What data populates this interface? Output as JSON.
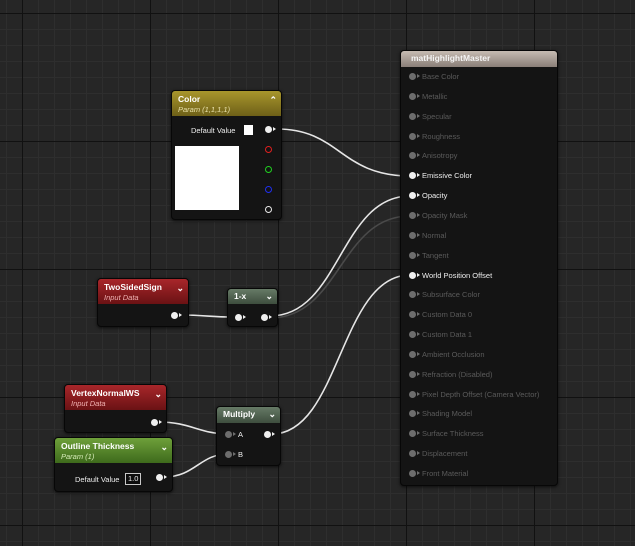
{
  "nodes": {
    "color_param": {
      "title": "Color",
      "subtitle": "Param (1,1,1,1)",
      "default_label": "Default Value"
    },
    "two_sided_sign": {
      "title": "TwoSidedSign",
      "subtitle": "Input Data"
    },
    "one_minus": {
      "title": "1-x"
    },
    "vertex_normal": {
      "title": "VertexNormalWS",
      "subtitle": "Input Data"
    },
    "outline_thickness": {
      "title": "Outline Thickness",
      "subtitle": "Param (1)",
      "default_label": "Default Value",
      "default_value": "1.0"
    },
    "multiply": {
      "title": "Multiply",
      "input_a": "A",
      "input_b": "B"
    },
    "material": {
      "title": "matHighlightMaster",
      "inputs": [
        {
          "label": "Base Color",
          "active": false
        },
        {
          "label": "Metallic",
          "active": false
        },
        {
          "label": "Specular",
          "active": false
        },
        {
          "label": "Roughness",
          "active": false
        },
        {
          "label": "Anisotropy",
          "active": false
        },
        {
          "label": "Emissive Color",
          "active": true
        },
        {
          "label": "Opacity",
          "active": true
        },
        {
          "label": "Opacity Mask",
          "active": false
        },
        {
          "label": "Normal",
          "active": false
        },
        {
          "label": "Tangent",
          "active": false
        },
        {
          "label": "World Position Offset",
          "active": true
        },
        {
          "label": "Subsurface Color",
          "active": false
        },
        {
          "label": "Custom Data 0",
          "active": false
        },
        {
          "label": "Custom Data 1",
          "active": false
        },
        {
          "label": "Ambient Occlusion",
          "active": false
        },
        {
          "label": "Refraction (Disabled)",
          "active": false
        },
        {
          "label": "Pixel Depth Offset (Camera Vector)",
          "active": false
        },
        {
          "label": "Shading Model",
          "active": false
        },
        {
          "label": "Surface Thickness",
          "active": false
        },
        {
          "label": "Displacement",
          "active": false
        },
        {
          "label": "Front Material",
          "active": false
        }
      ]
    }
  },
  "colors": {
    "color_param_header": "#8a7a22",
    "input_data_header": "#8e1a1c",
    "param_header_green": "#5b8a2c",
    "math_header": "#506450",
    "material_header": "#b9aca3",
    "wire": "#e6e6e6",
    "wire_dim": "#4a4a4a"
  }
}
